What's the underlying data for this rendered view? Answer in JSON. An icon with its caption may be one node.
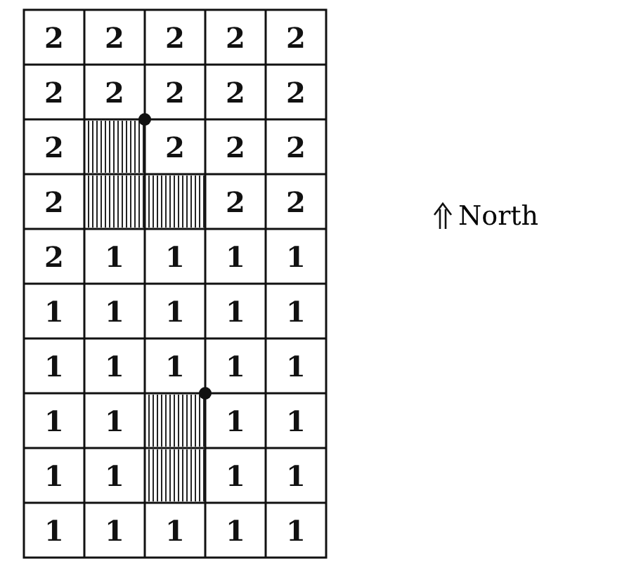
{
  "diagram": {
    "labels": [
      "2",
      "2",
      "2",
      "2",
      "2",
      "2",
      "2",
      "2",
      "2",
      "2",
      "2",
      "2",
      "2",
      "2",
      "2",
      "2",
      "2",
      "2",
      "1",
      "1",
      "1",
      "1",
      "1",
      "1",
      "1",
      "1",
      "1",
      "1",
      "1",
      "1",
      "1",
      "1",
      "1",
      "1",
      "1",
      "1",
      "1",
      "1",
      "1",
      "1",
      "1",
      "1",
      "1",
      "1",
      "1",
      "North"
    ]
  }
}
